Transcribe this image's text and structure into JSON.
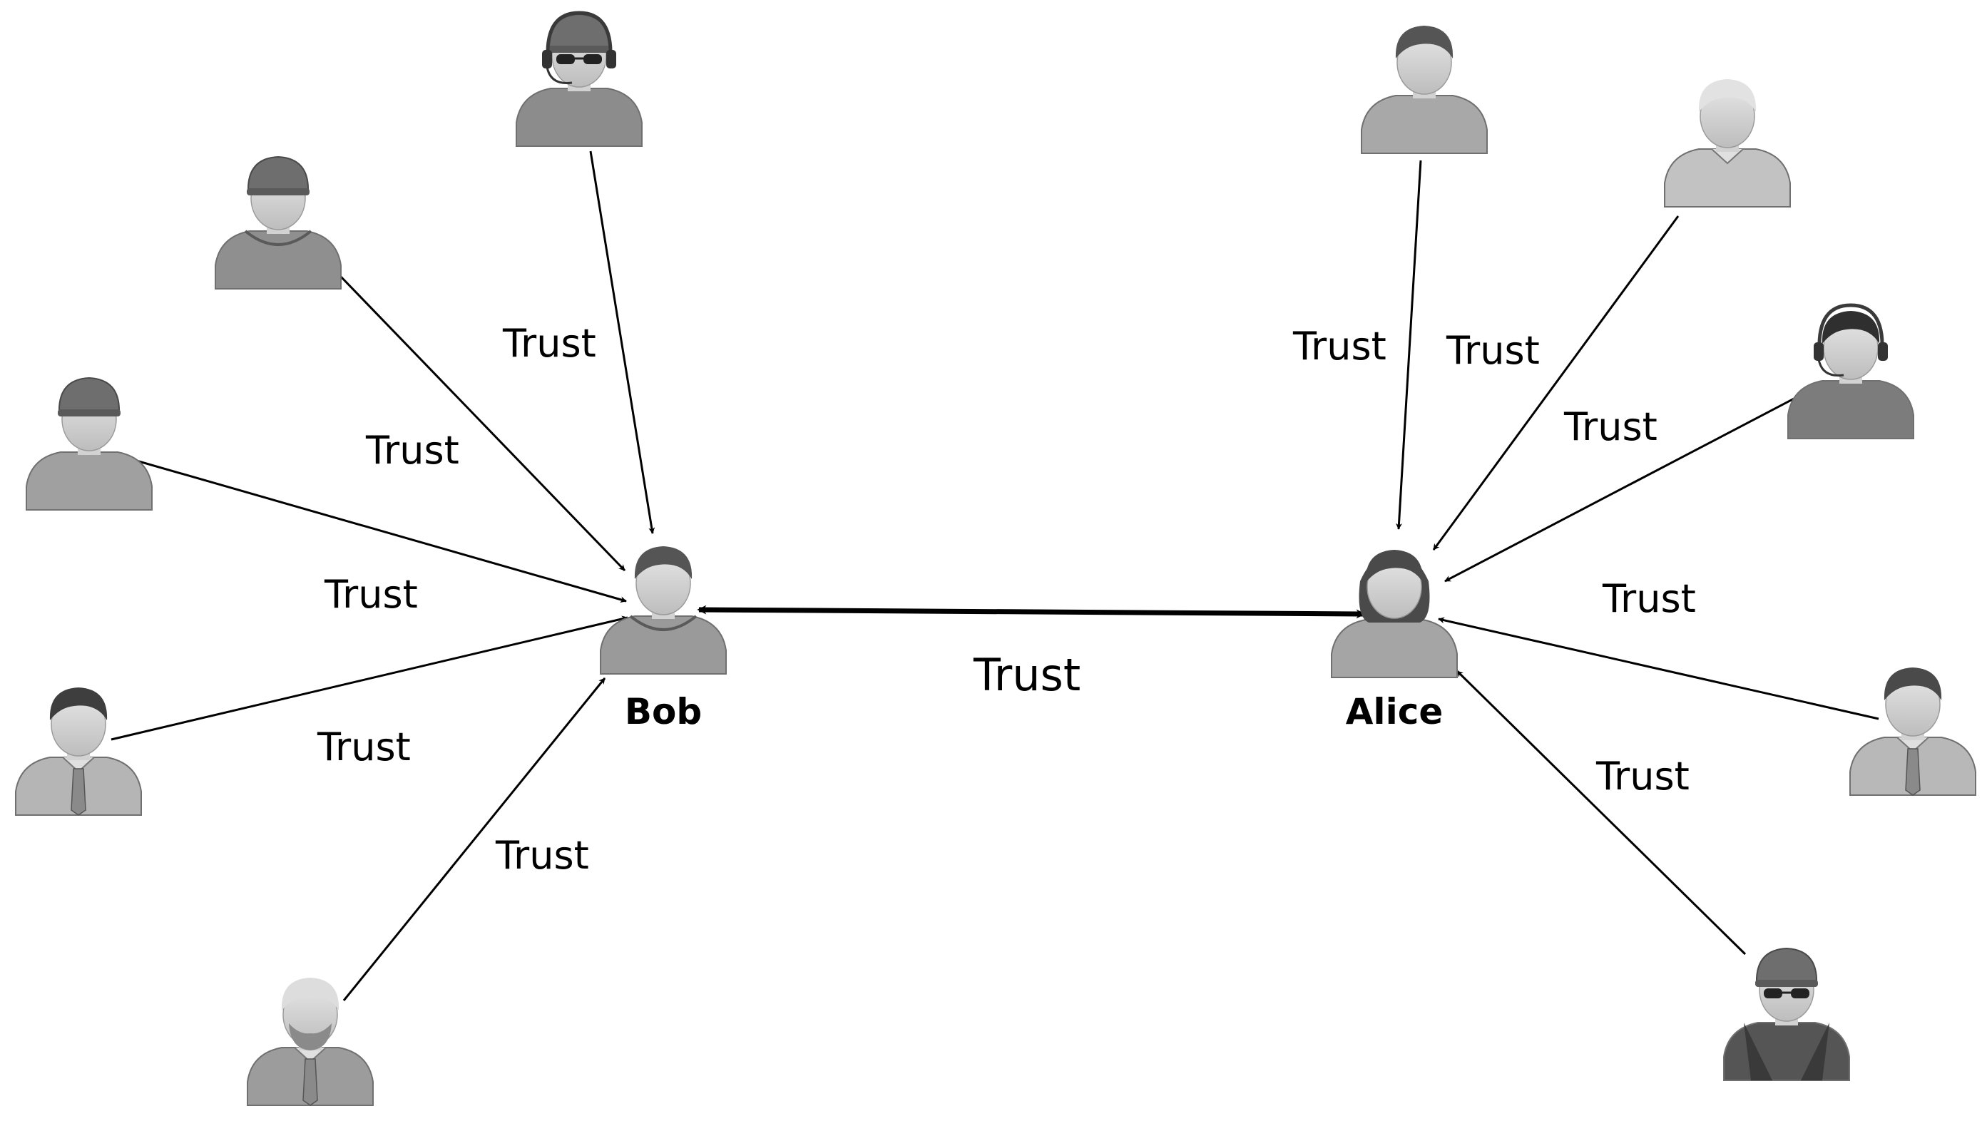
{
  "nodes": {
    "bob": {
      "name": "Bob",
      "hair": "#555555",
      "shirt": "#9a9a9a",
      "accessory": "hood"
    },
    "alice": {
      "name": "Alice",
      "hair": "#4a4a4a",
      "shirt": "#a5a5a5",
      "accessory": "long-hair"
    },
    "truster_1": {
      "hair": "#666666",
      "shirt": "#8c8c8c",
      "accessory": "sunglasses-headset"
    },
    "truster_2": {
      "hair": "#707070",
      "shirt": "#8f8f8f",
      "accessory": "cap-hoodie"
    },
    "truster_3": {
      "hair": "#7a7a7a",
      "shirt": "#a0a0a0",
      "accessory": "beanie"
    },
    "truster_4": {
      "hair": "#3e3e3e",
      "shirt": "#b5b5b5",
      "accessory": "tie"
    },
    "truster_5": {
      "hair": "#dddddd",
      "shirt": "#9c9c9c",
      "accessory": "beard-tie"
    },
    "truster_6": {
      "hair": "#555555",
      "shirt": "#a8a8a8",
      "accessory": "none"
    },
    "truster_7": {
      "hair": "#e2e2e2",
      "shirt": "#c2c2c2",
      "accessory": "collar"
    },
    "truster_8": {
      "hair": "#2f2f2f",
      "shirt": "#7c7c7c",
      "accessory": "headset"
    },
    "truster_9": {
      "hair": "#4a4a4a",
      "shirt": "#b8b8b8",
      "accessory": "tie"
    },
    "truster_10": {
      "hair": "#666666",
      "shirt": "#555555",
      "accessory": "spy"
    }
  },
  "edges": {
    "bob_alice": "Trust",
    "t1_bob": "Trust",
    "t2_bob": "Trust",
    "t3_bob": "Trust",
    "t4_bob": "Trust",
    "t5_bob": "Trust",
    "t6_alice": "Trust",
    "t7_alice": "Trust",
    "t8_alice": "Trust",
    "t9_alice": "Trust",
    "t10_alice": "Trust"
  },
  "colors": {
    "line": "#000000",
    "skin": "#d2d2d2"
  }
}
